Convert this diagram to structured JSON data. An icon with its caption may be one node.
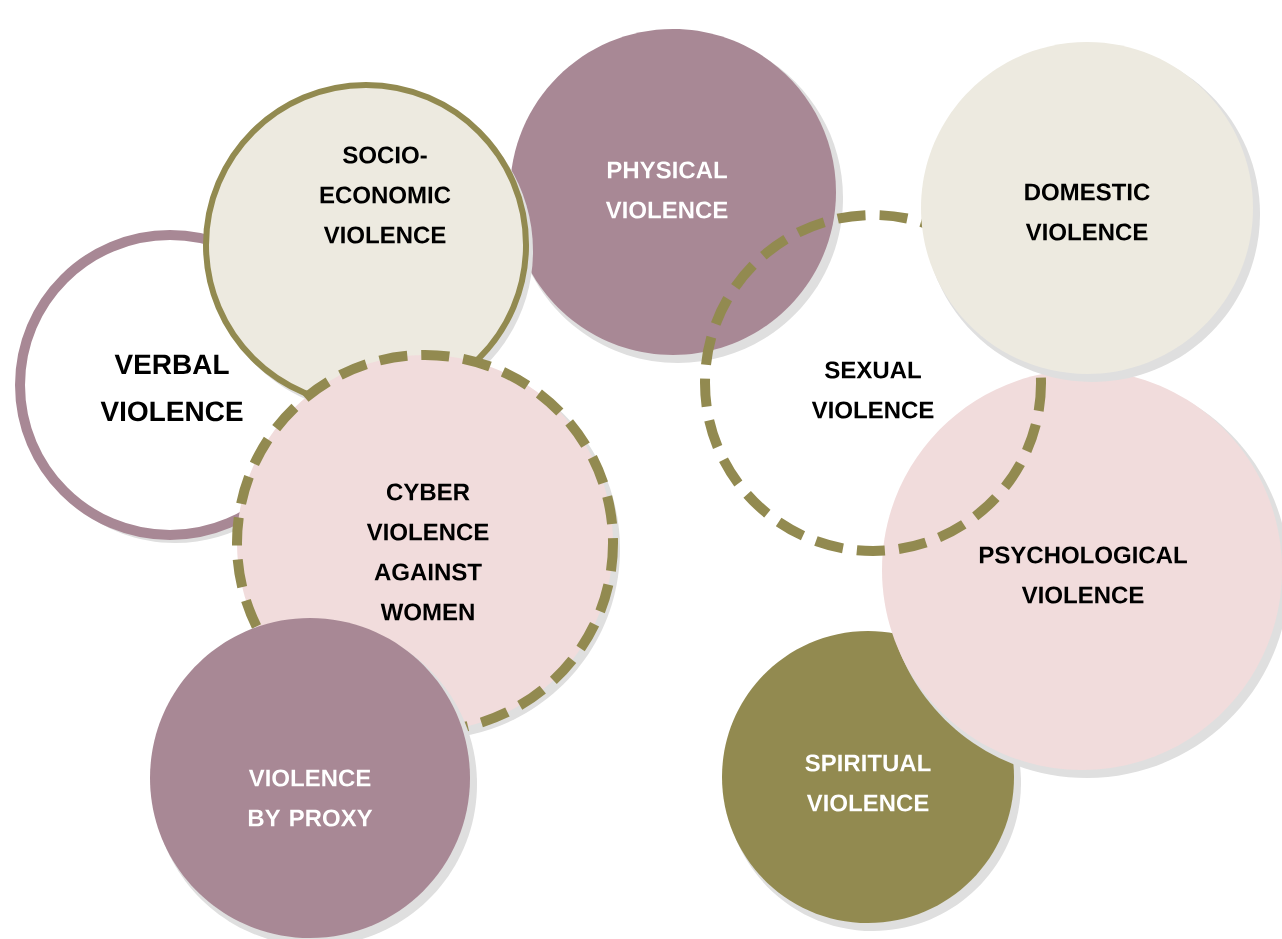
{
  "diagram": {
    "nodes": [
      {
        "text": [
          "SOCIO- ECONOMIC VIOLENCE"
        ]
      },
      {
        "text": [
          "PHYSICAL VIOLENCE"
        ]
      },
      {
        "text": [
          "DOMESTIC VIOLENCE"
        ]
      },
      {
        "text": [
          "VERBAL VIOLENCE"
        ]
      },
      {
        "text": [
          "SEXUAL VIOLENCE"
        ]
      },
      {
        "text": [
          "CYBER VIOLENCE AGAINST WOMEN"
        ]
      },
      {
        "text": [
          "PSYCHOLOGICAL VIOLENCE"
        ]
      },
      {
        "text": [
          "SPIRITUAL VIOLENCE"
        ]
      },
      {
        "text": [
          "VIOLENCE BY PROXY"
        ]
      }
    ]
  }
}
